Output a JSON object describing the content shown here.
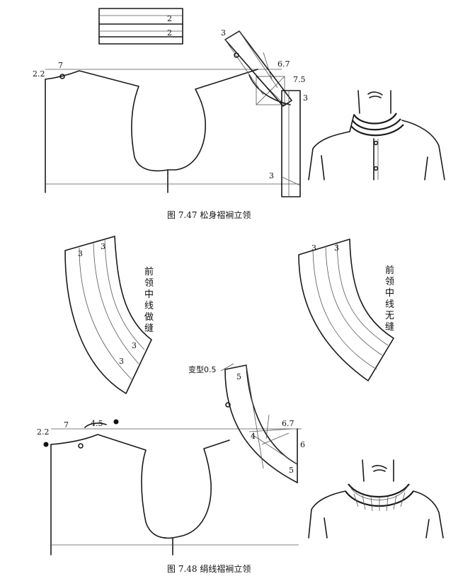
{
  "figure1": {
    "caption": "图 7.47   松身褶裥立领",
    "dims": {
      "top_pleat_a": "2",
      "top_pleat_b": "2",
      "left_edge": "2.2",
      "neck_width": "7",
      "collar_top": "3",
      "collar_span": "6.7",
      "placket_width": "7.5",
      "placket_ext": "3",
      "placket_bottom": "3"
    }
  },
  "figure2": {
    "caption": "图 7.48   绢线褶裥立领",
    "left_collar": {
      "label": "前领中线做缝",
      "dim_a": "3",
      "dim_b": "3",
      "dim_c": "3",
      "dim_d": "3"
    },
    "right_collar": {
      "label": "前领中线无缝",
      "dim_a": "3",
      "dim_b": "3"
    },
    "dims": {
      "deform": "变型0.5",
      "collar_top": "5",
      "left_edge": "2.2",
      "neck_width": "7",
      "shoulder_rise": "4.5",
      "collar_inner": "4",
      "collar_span": "6.7",
      "front_drop": "6",
      "collar_bottom": "5"
    }
  }
}
